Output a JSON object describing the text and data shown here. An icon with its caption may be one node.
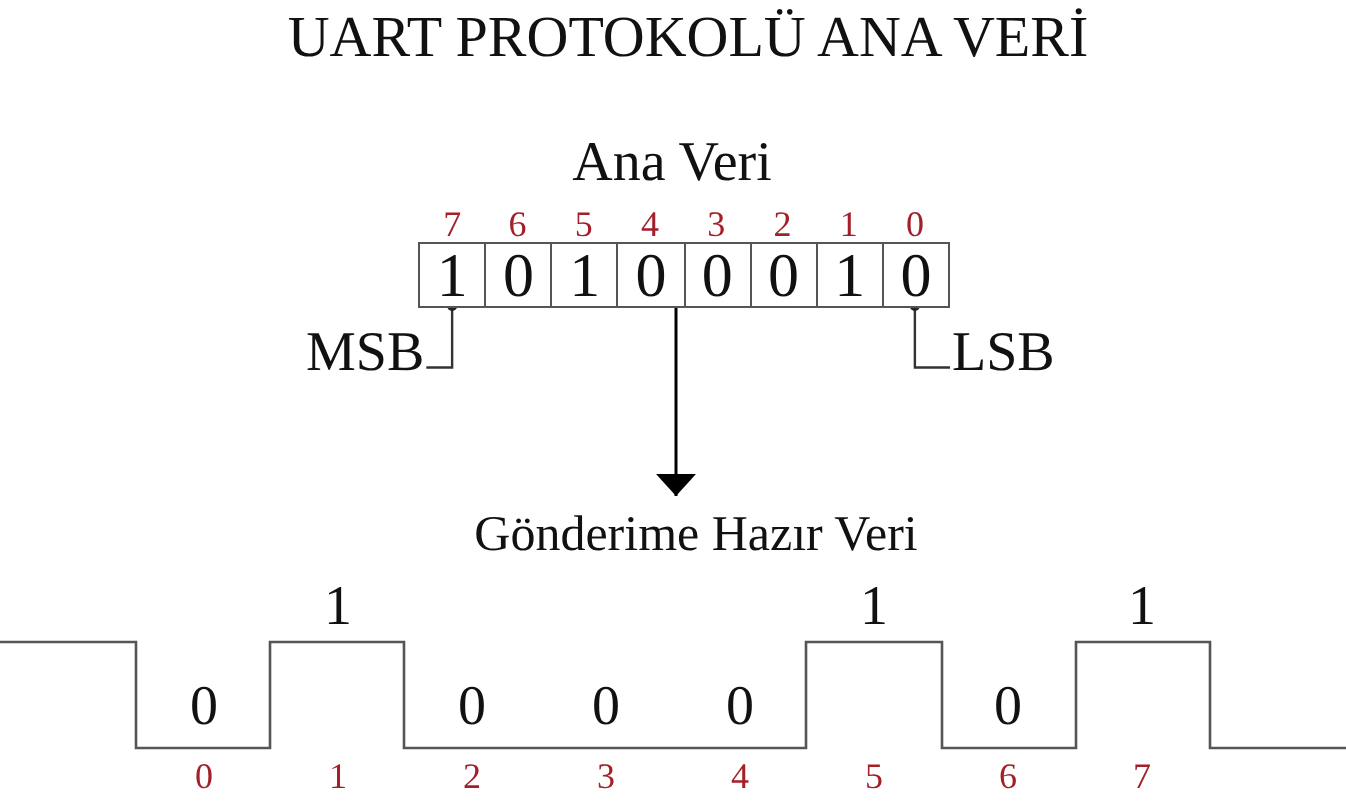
{
  "diagram": {
    "title": "UART PROTOKOLÜ ANA VERİ",
    "nodes": [
      {
        "text": [
          "Ana Veri"
        ]
      },
      {
        "text": [
          "1"
        ],
        "in": 0,
        "beside": [
          "7"
        ]
      },
      {
        "text": [
          "0"
        ],
        "in": 0,
        "beside": [
          "6"
        ]
      },
      {
        "text": [
          "1"
        ],
        "in": 0,
        "beside": [
          "5"
        ]
      },
      {
        "text": [
          "0"
        ],
        "in": 0,
        "beside": [
          "4"
        ]
      },
      {
        "text": [
          "0"
        ],
        "in": 0,
        "beside": [
          "3"
        ]
      },
      {
        "text": [
          "0"
        ],
        "in": 0,
        "beside": [
          "2"
        ]
      },
      {
        "text": [
          "1"
        ],
        "in": 0,
        "beside": [
          "1"
        ]
      },
      {
        "text": [
          "0"
        ],
        "in": 0,
        "beside": [
          "0"
        ]
      },
      {
        "text": [
          "MSB"
        ]
      },
      {
        "text": [
          "LSB"
        ]
      },
      {
        "text": [
          "Gönderime Hazır Veri"
        ]
      }
    ],
    "edges": [
      {
        "from": 9,
        "to": 1,
        "arrow": "other"
      },
      {
        "from": 10,
        "to": 8,
        "arrow": "other"
      },
      {
        "from": 0,
        "to": 11,
        "arrow": "to"
      }
    ],
    "labels": [
      "1",
      "1",
      "1",
      "0",
      "0",
      "0",
      "0",
      "0",
      "0",
      "1",
      "2",
      "3",
      "4",
      "5",
      "6",
      "7"
    ]
  }
}
